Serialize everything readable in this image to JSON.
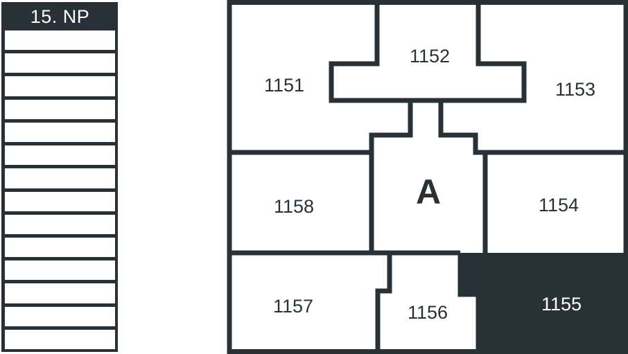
{
  "floor_selector": {
    "title": "15. NP",
    "row_count": 14
  },
  "plan": {
    "core_label": "A",
    "units": [
      {
        "id": "1151",
        "selected": false
      },
      {
        "id": "1152",
        "selected": false
      },
      {
        "id": "1153",
        "selected": false
      },
      {
        "id": "1154",
        "selected": false
      },
      {
        "id": "1155",
        "selected": true
      },
      {
        "id": "1156",
        "selected": false
      },
      {
        "id": "1157",
        "selected": false
      },
      {
        "id": "1158",
        "selected": false
      }
    ]
  },
  "colors": {
    "dark": "#283136",
    "light": "#ffffff"
  }
}
